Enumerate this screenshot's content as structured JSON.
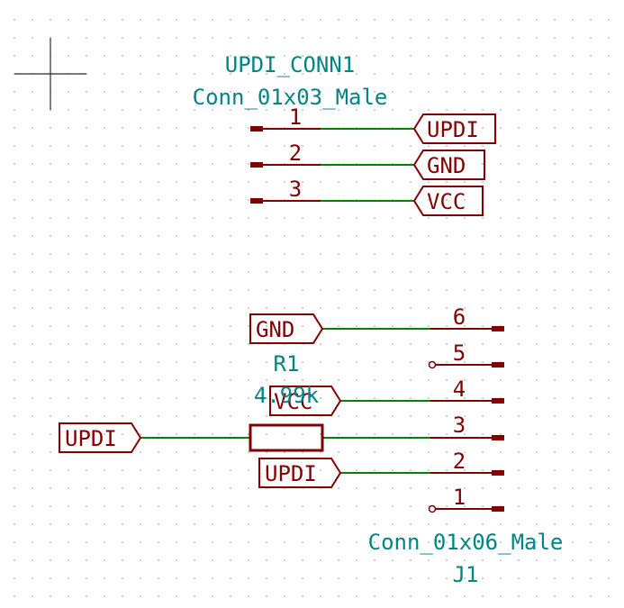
{
  "colors": {
    "background": "#ffffff",
    "grid_dot": "#8c8c8c",
    "symbol": "#840000",
    "wire": "#008400",
    "field_text": "#008484",
    "cursor": "#2a2a2a"
  },
  "connector_top": {
    "reference": "UPDI_CONN1",
    "value": "Conn_01x03_Male",
    "pins": [
      {
        "number": "1",
        "net": "UPDI"
      },
      {
        "number": "2",
        "net": "GND"
      },
      {
        "number": "3",
        "net": "VCC"
      }
    ]
  },
  "connector_bottom": {
    "reference": "J1",
    "value": "Conn_01x06_Male",
    "pins": [
      {
        "number": "6",
        "net": "GND"
      },
      {
        "number": "5",
        "net": ""
      },
      {
        "number": "4",
        "net": "VCC"
      },
      {
        "number": "3",
        "net": ""
      },
      {
        "number": "2",
        "net": "UPDI"
      },
      {
        "number": "1",
        "net": ""
      }
    ]
  },
  "resistor": {
    "reference": "R1",
    "value": "4.99k"
  },
  "input_label": {
    "net": "UPDI"
  },
  "icons": {
    "cursor": "crosshair-icon",
    "no_connect": "no-connect-icon"
  }
}
